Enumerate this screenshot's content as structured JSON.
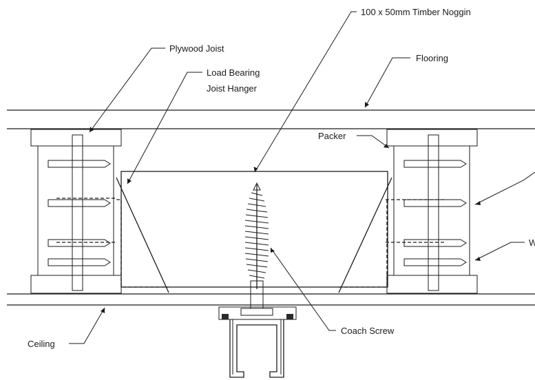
{
  "labels": {
    "noggin": "100 x 50mm Timber Noggin",
    "plywood_joist": "Plywood Joist",
    "flooring": "Flooring",
    "hanger_line1": "Load Bearing",
    "hanger_line2": "Joist Hanger",
    "packer": "Packer",
    "coach_screw": "Coach Screw",
    "ceiling": "Ceiling",
    "w_cut": "W"
  },
  "colors": {
    "line": "#1a1a1a",
    "joist_web": "#d9d9d9",
    "flange": "#cfcfcf",
    "track": "#ffffff"
  }
}
